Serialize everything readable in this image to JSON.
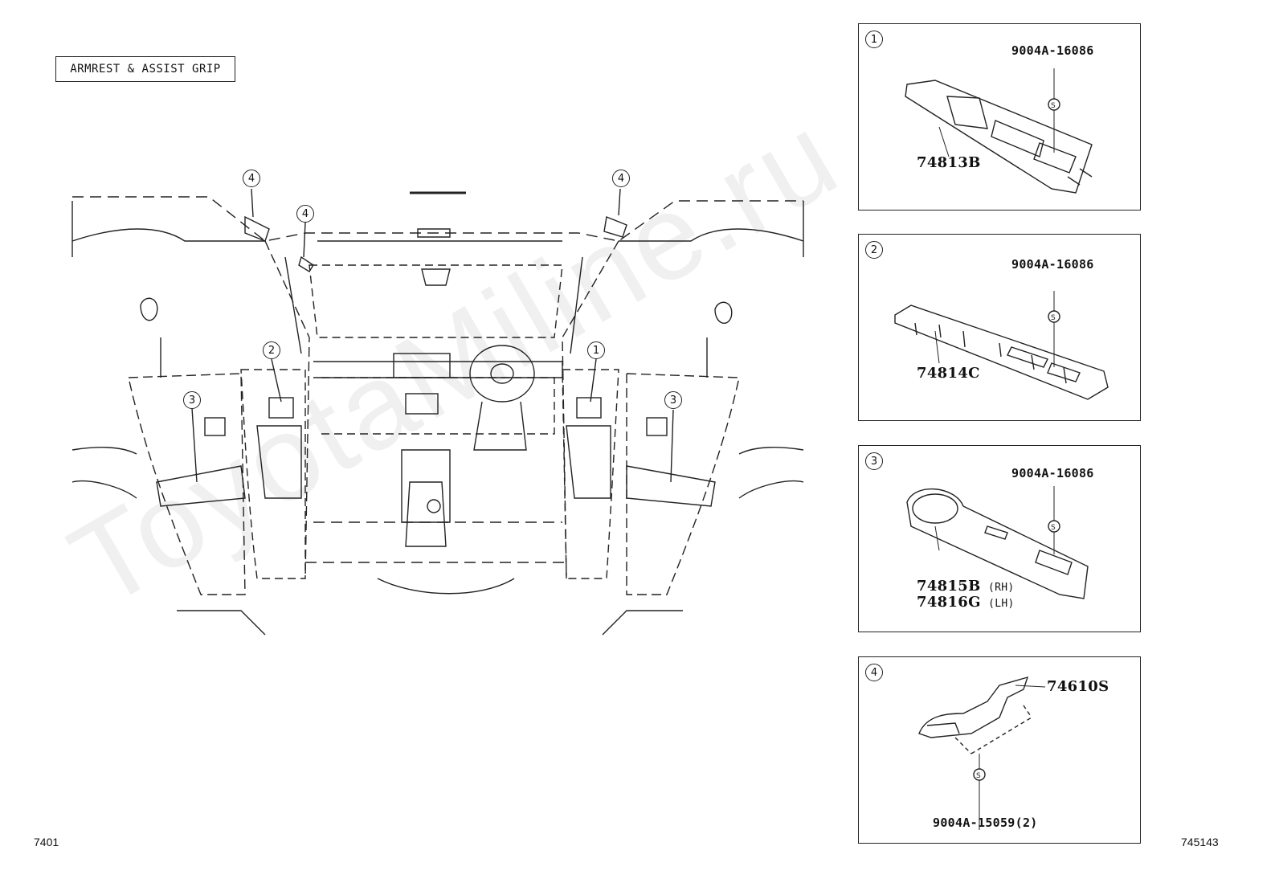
{
  "title": "ARMREST & ASSIST GRIP",
  "footer_left": "7401",
  "footer_right": "745143",
  "watermark": "ToyotaMiline.ru",
  "callouts": [
    "4",
    "4",
    "4",
    "2",
    "1",
    "3",
    "3"
  ],
  "panels": [
    {
      "index": "1",
      "screw": "9004A-16086",
      "screw_symbol": "S",
      "part": "74813B"
    },
    {
      "index": "2",
      "screw": "9004A-16086",
      "screw_symbol": "S",
      "part": "74814C"
    },
    {
      "index": "3",
      "screw": "9004A-16086",
      "screw_symbol": "S",
      "part_rh": "74815B",
      "part_rh_suffix": "(RH)",
      "part_lh": "74816G",
      "part_lh_suffix": "(LH)"
    },
    {
      "index": "4",
      "part": "74610S",
      "screw_symbol": "S",
      "screw": "9004A-15059(2)"
    }
  ]
}
